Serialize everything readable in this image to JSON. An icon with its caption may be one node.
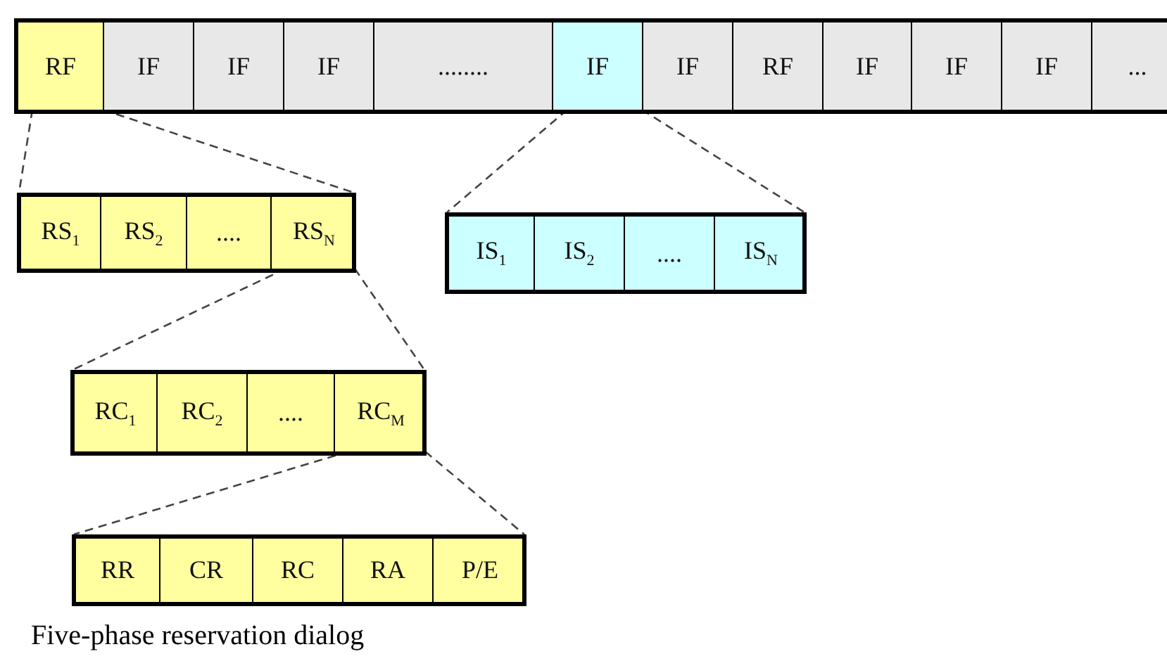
{
  "diagram": {
    "caption": "Five-phase reservation dialog",
    "nodes": [
      {
        "text": [],
        "shape": "bar"
      },
      {
        "text": [
          "RF"
        ],
        "in": 0
      },
      {
        "text": [
          "IF"
        ],
        "in": 0
      },
      {
        "text": [
          "IF"
        ],
        "in": 0
      },
      {
        "text": [
          "IF"
        ],
        "in": 0
      },
      {
        "text": [
          "........"
        ],
        "in": 0
      },
      {
        "text": [
          "IF"
        ],
        "in": 0
      },
      {
        "text": [
          "IF"
        ],
        "in": 0
      },
      {
        "text": [
          "RF"
        ],
        "in": 0
      },
      {
        "text": [
          "IF"
        ],
        "in": 0
      },
      {
        "text": [
          "IF"
        ],
        "in": 0
      },
      {
        "text": [
          "IF"
        ],
        "in": 0
      },
      {
        "text": [
          "..."
        ],
        "in": 0
      },
      {
        "text": [],
        "shape": "bar"
      },
      {
        "text": [
          "RS$_{1}$"
        ],
        "in": 13
      },
      {
        "text": [
          "RS$_{2}$"
        ],
        "in": 13
      },
      {
        "text": [
          "...."
        ],
        "in": 13
      },
      {
        "text": [
          "RS$_{N}$"
        ],
        "in": 13
      },
      {
        "text": [],
        "shape": "bar"
      },
      {
        "text": [
          "IS$_{1}$"
        ],
        "in": 18
      },
      {
        "text": [
          "IS$_{2}$"
        ],
        "in": 18
      },
      {
        "text": [
          "...."
        ],
        "in": 18
      },
      {
        "text": [
          "IS$_{N}$"
        ],
        "in": 18
      },
      {
        "text": [],
        "shape": "bar"
      },
      {
        "text": [
          "RC$_{1}$"
        ],
        "in": 23
      },
      {
        "text": [
          "RC$_{2}$"
        ],
        "in": 23
      },
      {
        "text": [
          "...."
        ],
        "in": 23
      },
      {
        "text": [
          "RC$_{M}$"
        ],
        "in": 23
      },
      {
        "text": [],
        "shape": "bar"
      },
      {
        "text": [
          "RR"
        ],
        "in": 28
      },
      {
        "text": [
          "CR"
        ],
        "in": 28
      },
      {
        "text": [
          "RC"
        ],
        "in": 28
      },
      {
        "text": [
          "RA"
        ],
        "in": 28
      },
      {
        "text": [
          "P/E"
        ],
        "in": 28
      }
    ],
    "edges": [
      {
        "from": 1,
        "to": 13,
        "arrow": "none",
        "style": "dashed"
      },
      {
        "from": 1,
        "to": 13,
        "arrow": "none",
        "style": "dashed"
      },
      {
        "from": 6,
        "to": 18,
        "arrow": "none",
        "style": "dashed"
      },
      {
        "from": 6,
        "to": 18,
        "arrow": "none",
        "style": "dashed"
      },
      {
        "from": 17,
        "to": 23,
        "arrow": "none",
        "style": "dashed"
      },
      {
        "from": 17,
        "to": 23,
        "arrow": "none",
        "style": "dashed"
      },
      {
        "from": 27,
        "to": 28,
        "arrow": "none",
        "style": "dashed"
      },
      {
        "from": 27,
        "to": 28,
        "arrow": "none",
        "style": "dashed"
      }
    ]
  }
}
